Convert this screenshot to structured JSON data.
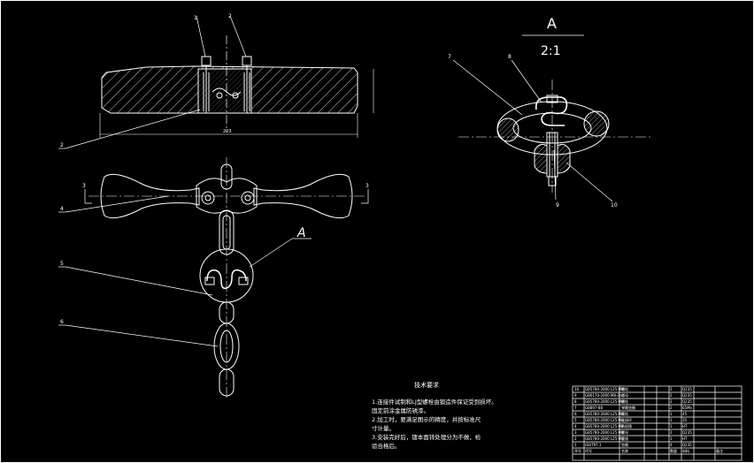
{
  "drawing": {
    "detail_label": "A",
    "detail_scale": "2:1",
    "section_width_dim": "203"
  },
  "callouts": [
    "1",
    "2",
    "3",
    "4",
    "5",
    "6",
    "7",
    "8",
    "9",
    "10"
  ],
  "section_mark": "3",
  "technical_requirements": {
    "title": "技术要求",
    "lines": [
      "1.连接件试制和LJ型螺栓由锻造件保证受到损坏。",
      "   固定前涂金属防锈漆。",
      "2.加工时，要满足图示的精度，并按标准尺",
      "   寸计量。",
      "3.安装完好后，镀本面锌处理分为不做，检",
      "   验合格后。"
    ]
  },
  "title_block": {
    "rows": [
      [
        "10",
        "GB5780-2000 L25-M8-",
        "螺栓",
        "",
        "",
        "2",
        "Q235",
        "",
        ""
      ],
      [
        "9",
        "GB6170-2000 M8-Zn",
        "螺母",
        "",
        "",
        "2",
        "Q235",
        "",
        ""
      ],
      [
        "8",
        "GB5780-2000 L25-M8-",
        "螺栓",
        "",
        "",
        "2",
        "Q235",
        "",
        ""
      ],
      [
        "7",
        "GB897-88",
        "弹簧垫圈",
        "",
        "",
        "2",
        "65Mn",
        "",
        ""
      ],
      [
        "6",
        "GB5780-2000 L25-M8",
        "螺栓",
        "",
        "",
        "1",
        "45",
        "",
        ""
      ],
      [
        "5",
        "GB5780-2000 L25-M8",
        "连接环",
        "",
        "",
        "1",
        "35",
        "",
        ""
      ],
      [
        "4",
        "GB5780-2000 L25-M8",
        "防振锤",
        "",
        "",
        "1",
        "HT",
        "",
        ""
      ],
      [
        "3",
        "GB5780-2000 L25-M8",
        "螺母",
        "",
        "",
        "2",
        "Q235",
        "",
        ""
      ],
      [
        "2",
        "GB5780-2000 L25-M8",
        "重锤",
        "",
        "",
        "1",
        "HT",
        "",
        ""
      ],
      [
        "1",
        "GB/T97.1",
        "垫圈",
        "",
        "",
        "4",
        "Q235",
        "",
        ""
      ],
      [
        "序号",
        "代号",
        "名称",
        "",
        "",
        "数量",
        "材料",
        "",
        "备注"
      ]
    ]
  },
  "colors": {
    "background": "#000000",
    "lines": "#ffffff",
    "hatch": "#ffffff",
    "center_lines": "#ffffff"
  }
}
